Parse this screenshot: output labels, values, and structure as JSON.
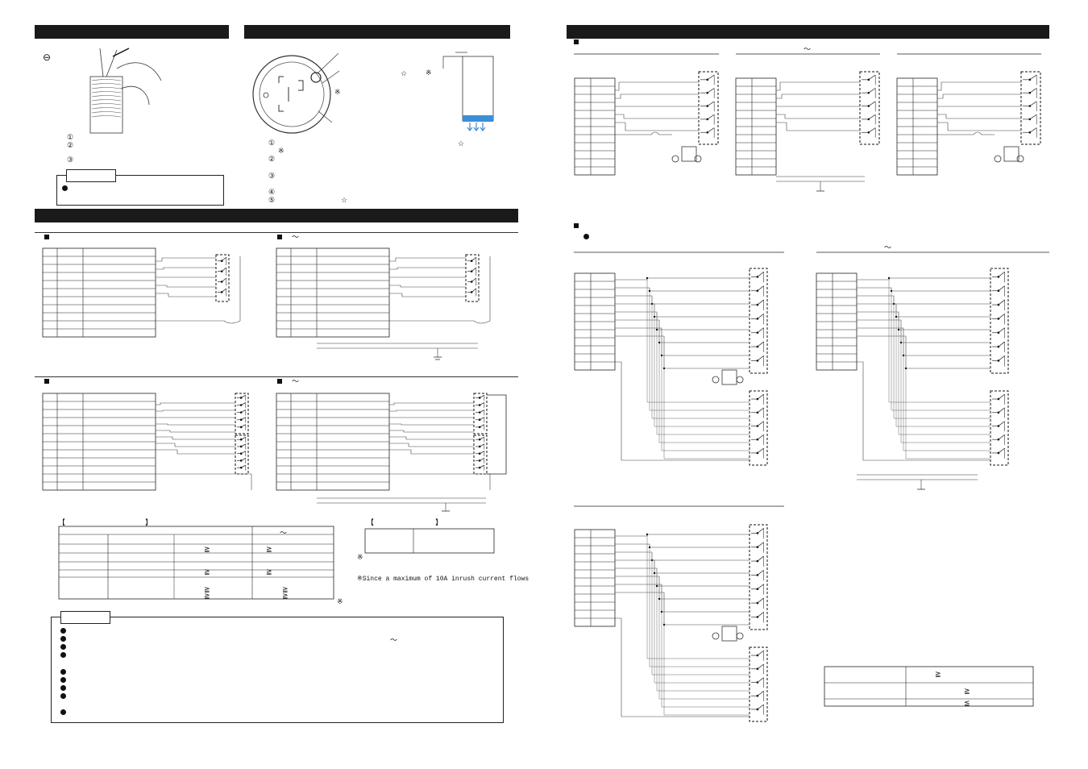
{
  "symbols": {
    "minus_circle": "⊖",
    "circled": [
      "①",
      "②",
      "③",
      "④",
      "⑤"
    ],
    "star": "☆",
    "ref_mark": "※",
    "tilde": "～",
    "bracket_open": "【",
    "bracket_close": "】",
    "geq": "≧",
    "leq": "≦",
    "bullet": "●"
  },
  "notes": {
    "inrush": "※Since a maximum of 10A inrush current flows"
  },
  "colors": {
    "bar": "#1a1a1a",
    "accent_blue": "#3a8fd8"
  }
}
